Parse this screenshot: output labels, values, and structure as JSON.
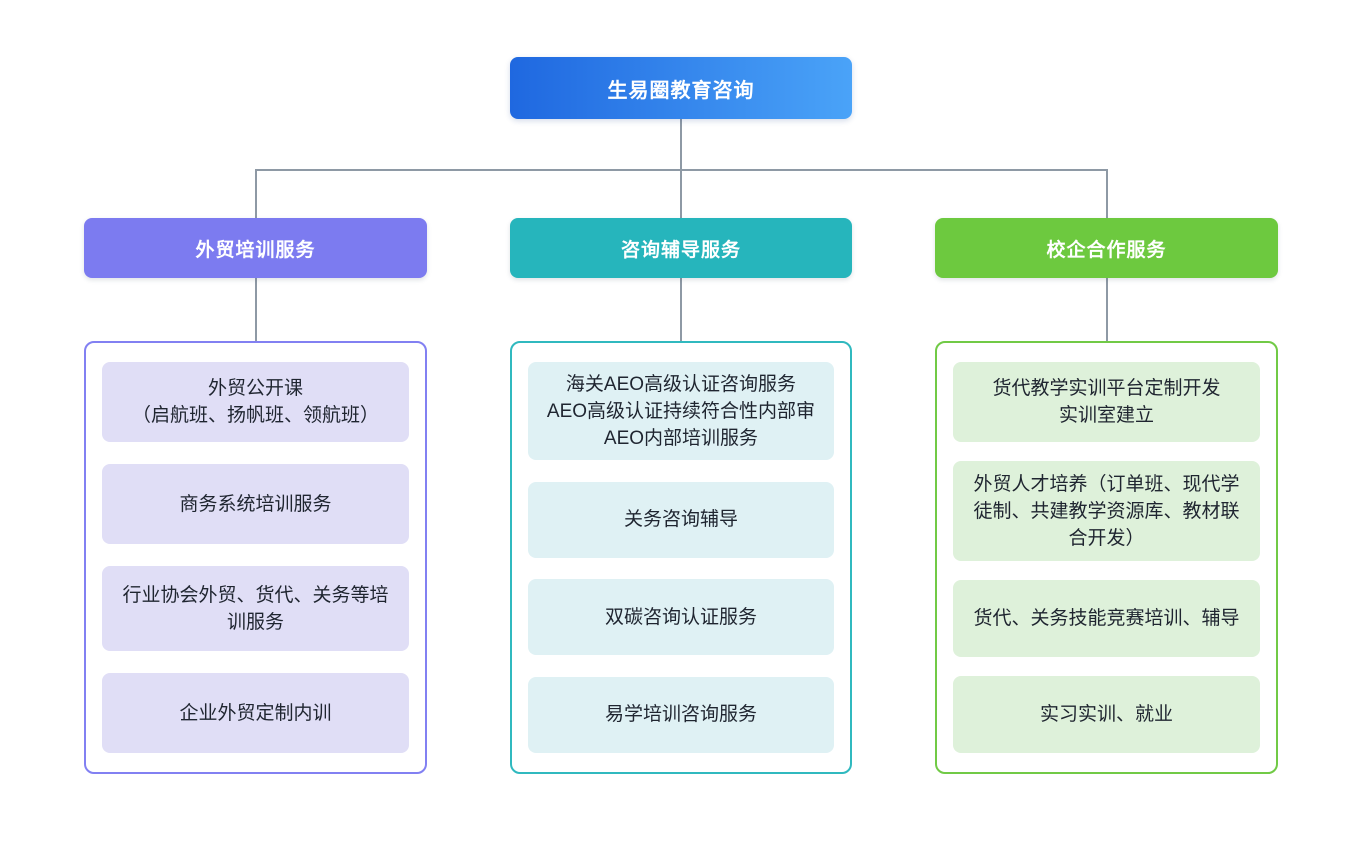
{
  "root": {
    "label": "生易圈教育咨询"
  },
  "branches": [
    {
      "label": "外贸培训服务",
      "items": [
        "外贸公开课\n（启航班、扬帆班、领航班）",
        "商务系统培训服务",
        "行业协会外贸、货代、关务等培训服务",
        "企业外贸定制内训"
      ]
    },
    {
      "label": "咨询辅导服务",
      "items": [
        "海关AEO高级认证咨询服务\nAEO高级认证持续符合性内部审\nAEO内部培训服务",
        "关务咨询辅导",
        "双碳咨询认证服务",
        "易学培训咨询服务"
      ]
    },
    {
      "label": "校企合作服务",
      "items": [
        "货代教学实训平台定制开发\n实训室建立",
        "外贸人才培养（订单班、现代学徒制、共建教学资源库、教材联合开发）",
        "货代、关务技能竞赛培训、辅导",
        "实习实训、就业"
      ]
    }
  ],
  "colors": {
    "root-grad-start": "#1f68e0",
    "root-grad-end": "#4aa3f8",
    "branch1": "#7c7bf0",
    "branch2": "#26b5bc",
    "branch3": "#6dc93f",
    "branch1-border": "#8280f2",
    "branch2-border": "#30b9bf",
    "branch3-border": "#71ca46",
    "branch1-tint": "#e0def6",
    "branch2-tint": "#dff1f4",
    "branch3-tint": "#def1da",
    "connector": "#8e99a5",
    "node-text": "#1f2530",
    "header-text": "#ffffff"
  }
}
